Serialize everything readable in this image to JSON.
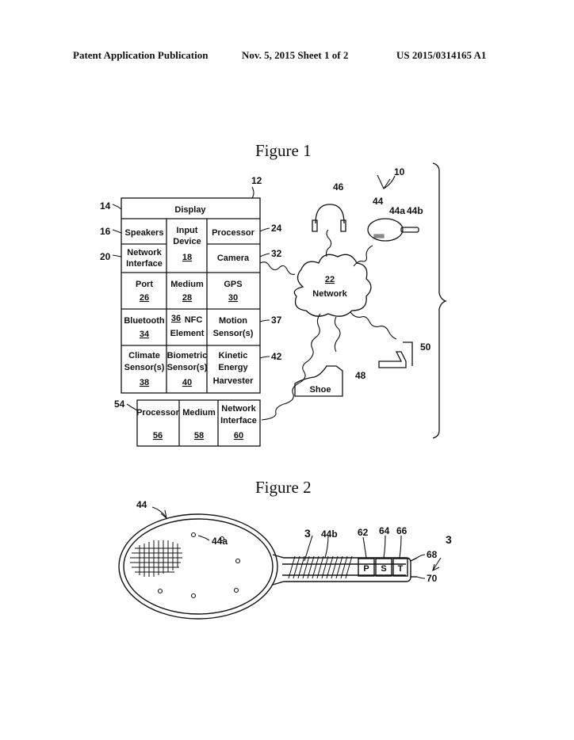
{
  "header": {
    "left": "Patent Application Publication",
    "middle": "Nov. 5, 2015   Sheet 1 of 2",
    "right": "US 2015/0314165 A1"
  },
  "figure1": {
    "title": "Figure 1",
    "display": "Display",
    "speakers": "Speakers",
    "input_device": [
      "Input",
      "Device",
      "18"
    ],
    "processor": "Processor",
    "network_interface": [
      "Network",
      "Interface"
    ],
    "camera": "Camera",
    "port": [
      "Port",
      "26"
    ],
    "medium": [
      "Medium",
      "28"
    ],
    "gps": [
      "GPS",
      "30"
    ],
    "bluetooth": [
      "Bluetooth",
      "34"
    ],
    "nfc": [
      "36",
      "NFC",
      "Element"
    ],
    "motion": [
      "Motion",
      "Sensor(s)"
    ],
    "climate": [
      "Climate",
      "Sensor(s)",
      "38"
    ],
    "biometric": [
      "Biometric",
      "Sensor(s)",
      "40"
    ],
    "kinetic": [
      "Kinetic",
      "Energy",
      "Harvester"
    ],
    "server_processor": [
      "Processor",
      "56"
    ],
    "server_medium": [
      "Medium",
      "58"
    ],
    "server_network": [
      "Network",
      "Interface",
      "60"
    ],
    "network": [
      "22",
      "Network"
    ],
    "shoe": "Shoe",
    "refs": {
      "r10": "10",
      "r12": "12",
      "r14": "14",
      "r16": "16",
      "r20": "20",
      "r24": "24",
      "r32": "32",
      "r37": "37",
      "r42": "42",
      "r54": "54",
      "r44": "44",
      "r44a": "44a",
      "r44b": "44b",
      "r46": "46",
      "r48": "48",
      "r50": "50"
    }
  },
  "figure2": {
    "title": "Figure 2",
    "refs": {
      "r44": "44",
      "r44a": "44a",
      "r3": "3",
      "r44b": "44b",
      "r62": "62",
      "r64": "64",
      "r66": "66",
      "r68": "68",
      "r70": "70",
      "r3b": "3"
    },
    "labels": {
      "p": "P",
      "s": "S",
      "t": "T"
    }
  }
}
